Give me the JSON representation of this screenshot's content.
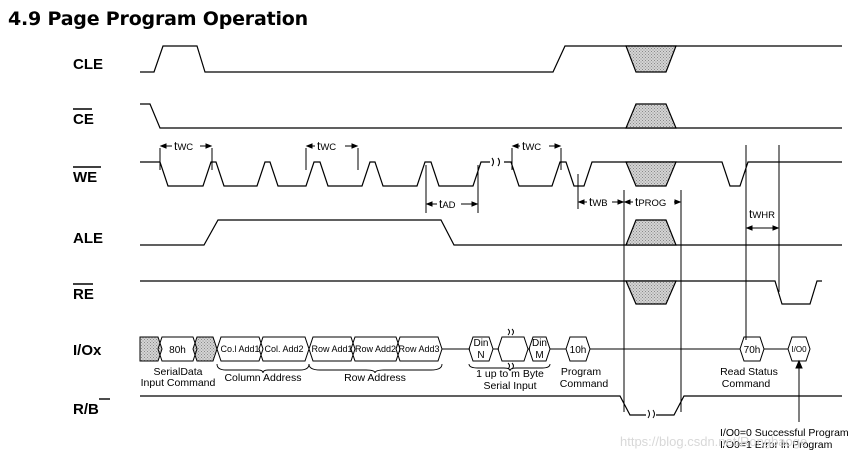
{
  "title": "4.9 Page Program Operation",
  "signals": {
    "cle": "CLE",
    "ce": "CE",
    "we": "WE",
    "ale": "ALE",
    "re": "RE",
    "io": "I/Ox",
    "rb_prefix": "R/",
    "rb_suffix": "B"
  },
  "io_cycles": {
    "cmd80": "80h",
    "col1": "Co.l Add1",
    "col2": "Col. Add2",
    "row1": "Row Add1",
    "row2": "Row Add2",
    "row3": "Row Add3",
    "din_n_top": "Din",
    "din_n_bot": "N",
    "din_m_top": "Din",
    "din_m_bot": "M",
    "cmd10": "10h",
    "cmd70": "70h",
    "io0": "I/O0"
  },
  "captions": {
    "serial_data_1": "SerialData",
    "serial_data_2": "Input Command",
    "column_address": "Column Address",
    "row_address": "Row Address",
    "serial_input_1": "1 up to m Byte",
    "serial_input_2": "Serial Input",
    "program_1": "Program",
    "program_2": "Command",
    "read_status_1": "Read Status",
    "read_status_2": "Command",
    "success": "I/O0=0 Successful Program",
    "error": "I/O0=1 Error in Program"
  },
  "timing": {
    "twc_t": "t",
    "twc_sub": "WC",
    "tad_t": "t",
    "tad_sub": "AD",
    "twb_t": "t",
    "twb_sub": "WB",
    "tprog_t": "t",
    "tprog_sub": "PROG",
    "twhr_t": "t",
    "twhr_sub": "WHR"
  },
  "watermark": "https://blog.csdn.net/Rongbaoge"
}
